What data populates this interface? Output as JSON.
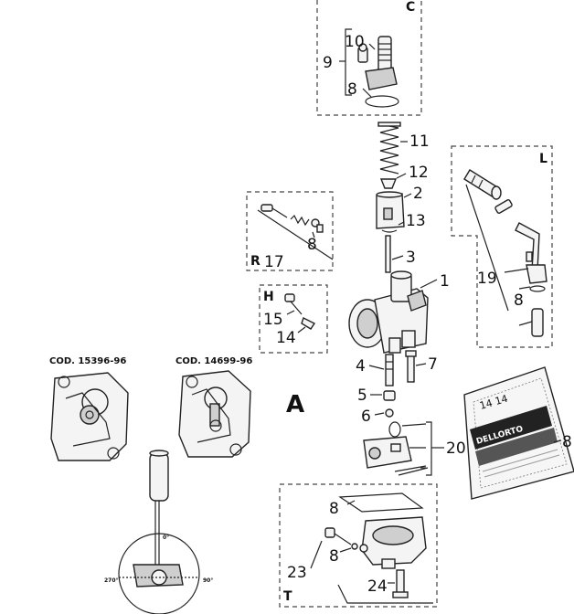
{
  "boxes": {
    "c": "C",
    "l": "L",
    "r": "R",
    "h": "H",
    "t": "T"
  },
  "labels": {
    "n10": "10",
    "n9": "9",
    "n8_c": "8",
    "n11": "11",
    "n12": "12",
    "n2": "2",
    "n13": "13",
    "n3": "3",
    "n1": "1",
    "n8_r": "8",
    "n17": "17",
    "n15": "15",
    "n14": "14",
    "n19": "19",
    "n8_l": "8",
    "n4": "4",
    "n7": "7",
    "n5": "5",
    "n6": "6",
    "n20": "20",
    "n8_kit": "8",
    "n8_t1": "8",
    "n8_t2": "8",
    "n23": "23",
    "n24": "24"
  },
  "codes": {
    "left": "COD. 15396-96",
    "right": "COD. 14699-96"
  },
  "section_letter": "A",
  "dial": {
    "top": "0°",
    "left": "270°",
    "right": "90°"
  },
  "kit_package": {
    "brand": "DELLORTO",
    "handwritten": "14  14"
  }
}
